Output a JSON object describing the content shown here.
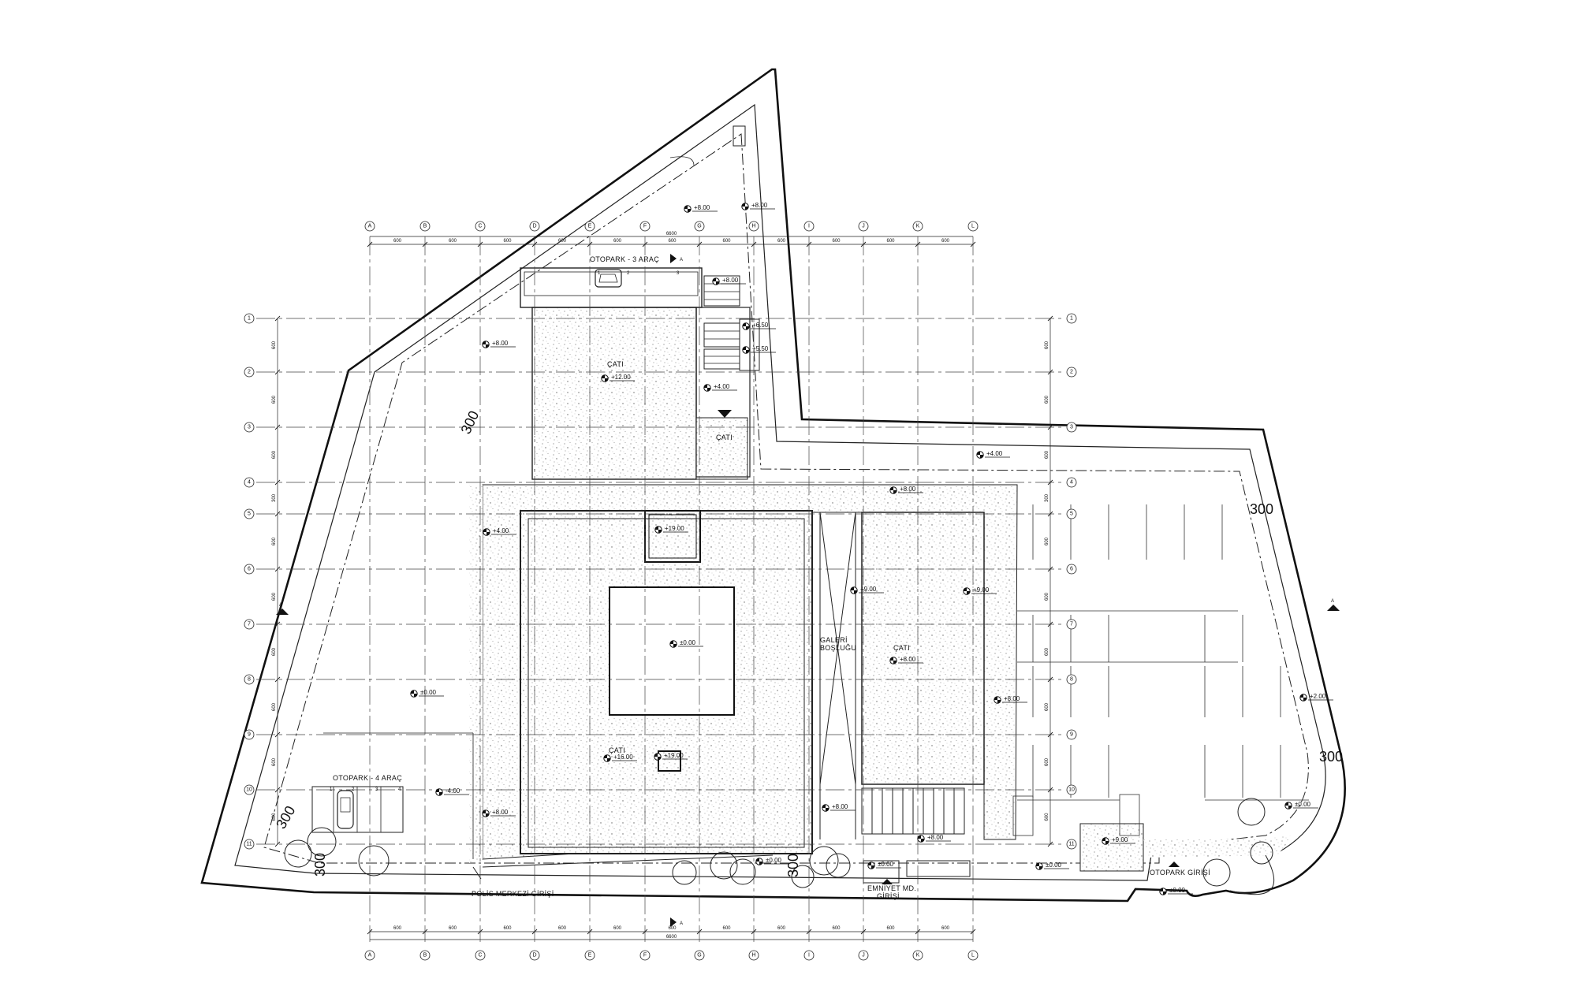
{
  "plan": {
    "grid_columns": [
      "A",
      "B",
      "C",
      "D",
      "E",
      "F",
      "G",
      "H",
      "I",
      "J",
      "K",
      "L"
    ],
    "grid_rows": [
      "1",
      "2",
      "3",
      "4",
      "5",
      "6",
      "7",
      "8",
      "9",
      "10",
      "11"
    ],
    "column_dims": [
      "600",
      "600",
      "600",
      "600",
      "600",
      "600",
      "600",
      "600",
      "600",
      "600",
      "600"
    ],
    "row_dims": [
      "600",
      "600",
      "600",
      "300",
      "600",
      "600",
      "600",
      "600",
      "600",
      "600"
    ],
    "total_width_dim": "6600",
    "section_marker": "A",
    "labels": {
      "parking_top": "OTOPARK - 3 ARAÇ",
      "parking_left": "OTOPARK - 4 ARAÇ",
      "roof": "ÇATI",
      "gallery_1": "GALERİ",
      "gallery_2": "BOŞLUĞU",
      "police_entrance": "POLİS MERKEZİ GİRİŞİ",
      "security_entrance_1": "EMNİYET MD.",
      "security_entrance_2": "GİRİŞİ",
      "parking_entrance": "OTOPARK GİRİŞİ"
    },
    "parking_numbers_top": [
      "1",
      "2",
      "3"
    ],
    "parking_numbers_left": [
      "1",
      "2",
      "3",
      "4"
    ],
    "setback": "300",
    "levels": {
      "l_800": "+8.00",
      "l_650": "+6.50",
      "l_550": "+5.50",
      "l_400": "+4.00",
      "l_1200": "+12.00",
      "l_1900": "+19.00",
      "l_900": "+9.00",
      "l_000": "±0.00",
      "l_1600": "+16.00",
      "l_m400": "-4.00",
      "l_200": "+2.00"
    }
  }
}
